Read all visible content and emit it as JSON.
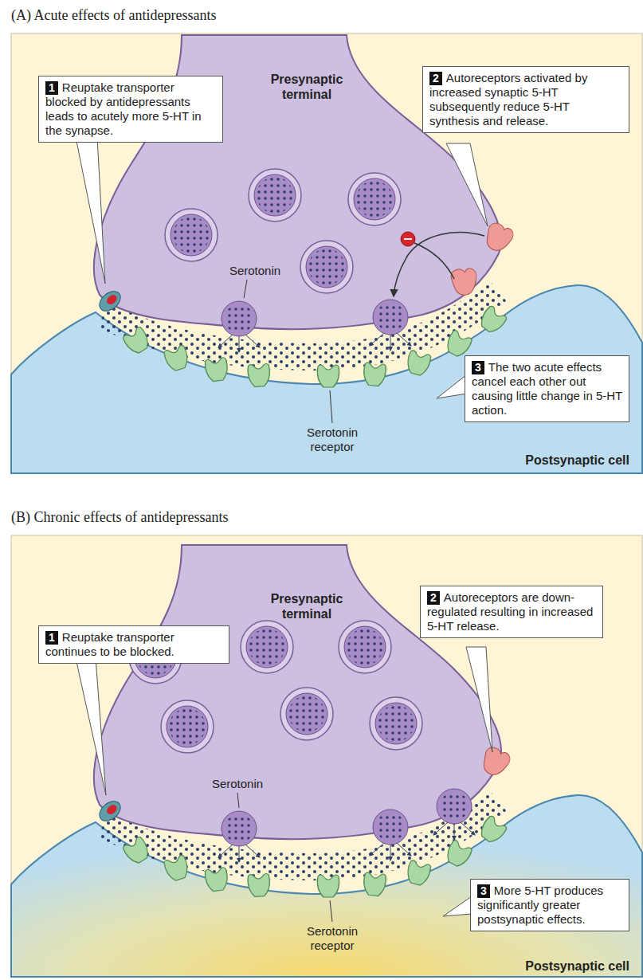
{
  "diagram": {
    "nodes": [
      {
        "text": [
          "1",
          "Reuptake transporter blocked by antidepressants leads to acutely more 5-HT in the synapse."
        ]
      },
      {
        "text": [
          "2",
          "Autoreceptors activated by increased synaptic 5-HT subsequently reduce 5-HT synthesis and release."
        ]
      },
      {
        "text": [
          "3",
          "The two acute effects cancel each other out causing little change in 5-HT action."
        ]
      },
      {
        "text": [
          "1",
          "Reuptake transporter continues to be blocked."
        ]
      },
      {
        "text": [
          "2",
          "Autoreceptors are down-regulated resulting in increased 5-HT release."
        ]
      },
      {
        "text": [
          "3",
          "More 5-HT produces significantly greater postsynaptic effects."
        ]
      }
    ],
    "labels": [
      "(A) Acute effects of antidepressants",
      "Presynaptic terminal",
      "Serotonin",
      "Serotonin receptor",
      "Postsynaptic cell",
      "(B) Chronic effects of antidepressants",
      "Presynaptic terminal",
      "Serotonin",
      "Serotonin receptor",
      "Postsynaptic cell"
    ]
  }
}
